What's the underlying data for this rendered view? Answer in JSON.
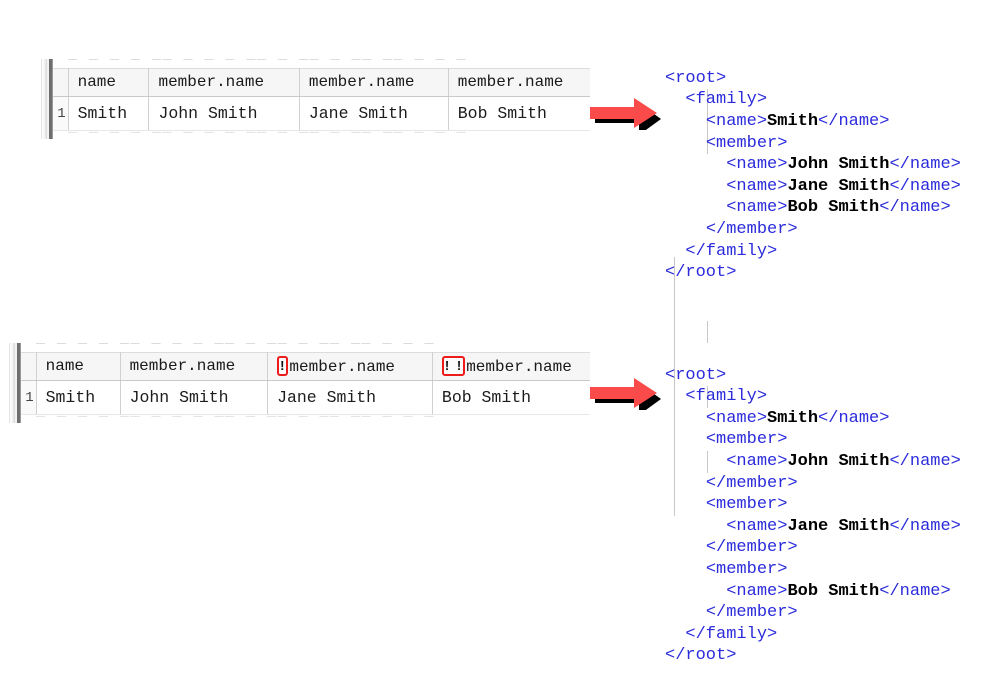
{
  "tables": [
    {
      "id": "table-flat-single-member",
      "row_number": "1",
      "columns": [
        {
          "label": "name",
          "warning": null
        },
        {
          "label": "member.name",
          "warning": null
        },
        {
          "label": "member.name",
          "warning": null
        },
        {
          "label": "member.name",
          "warning": null
        }
      ],
      "rows": [
        [
          "Smith",
          "John Smith",
          "Jane Smith",
          "Bob Smith"
        ]
      ]
    },
    {
      "id": "table-flat-repeated-member",
      "row_number": "1",
      "columns": [
        {
          "label": "name",
          "warning": null
        },
        {
          "label": "member.name",
          "warning": null
        },
        {
          "label": "member.name",
          "warning": "!"
        },
        {
          "label": "member.name",
          "warning": "! !"
        }
      ],
      "rows": [
        [
          "Smith",
          "John Smith",
          "Jane Smith",
          "Bob Smith"
        ]
      ]
    }
  ],
  "arrows": [
    {
      "id": "arrow-top",
      "direction": "right"
    },
    {
      "id": "arrow-bottom",
      "direction": "right"
    }
  ],
  "xml_blocks": [
    {
      "id": "xml-single-member",
      "lines": [
        {
          "indent": 0,
          "parts": [
            {
              "t": "tag",
              "s": "<root>"
            }
          ]
        },
        {
          "indent": 1,
          "parts": [
            {
              "t": "tag",
              "s": "<family>"
            }
          ]
        },
        {
          "indent": 2,
          "parts": [
            {
              "t": "tag",
              "s": "<name>"
            },
            {
              "t": "val",
              "s": "Smith"
            },
            {
              "t": "tag",
              "s": "</name>"
            }
          ]
        },
        {
          "indent": 2,
          "parts": [
            {
              "t": "tag",
              "s": "<member>"
            }
          ]
        },
        {
          "indent": 3,
          "parts": [
            {
              "t": "tag",
              "s": "<name>"
            },
            {
              "t": "val",
              "s": "John Smith"
            },
            {
              "t": "tag",
              "s": "</name>"
            }
          ]
        },
        {
          "indent": 3,
          "parts": [
            {
              "t": "tag",
              "s": "<name>"
            },
            {
              "t": "val",
              "s": "Jane Smith"
            },
            {
              "t": "tag",
              "s": "</name>"
            }
          ]
        },
        {
          "indent": 3,
          "parts": [
            {
              "t": "tag",
              "s": "<name>"
            },
            {
              "t": "val",
              "s": "Bob Smith"
            },
            {
              "t": "tag",
              "s": "</name>"
            }
          ]
        },
        {
          "indent": 2,
          "parts": [
            {
              "t": "tag",
              "s": "</member>"
            }
          ]
        },
        {
          "indent": 1,
          "parts": [
            {
              "t": "tag",
              "s": "</family>"
            }
          ]
        },
        {
          "indent": 0,
          "parts": [
            {
              "t": "tag",
              "s": "</root>"
            }
          ]
        }
      ]
    },
    {
      "id": "xml-repeated-member",
      "lines": [
        {
          "indent": 0,
          "parts": [
            {
              "t": "tag",
              "s": "<root>"
            }
          ]
        },
        {
          "indent": 1,
          "parts": [
            {
              "t": "tag",
              "s": "<family>"
            }
          ]
        },
        {
          "indent": 2,
          "parts": [
            {
              "t": "tag",
              "s": "<name>"
            },
            {
              "t": "val",
              "s": "Smith"
            },
            {
              "t": "tag",
              "s": "</name>"
            }
          ]
        },
        {
          "indent": 2,
          "parts": [
            {
              "t": "tag",
              "s": "<member>"
            }
          ]
        },
        {
          "indent": 3,
          "parts": [
            {
              "t": "tag",
              "s": "<name>"
            },
            {
              "t": "val",
              "s": "John Smith"
            },
            {
              "t": "tag",
              "s": "</name>"
            }
          ]
        },
        {
          "indent": 2,
          "parts": [
            {
              "t": "tag",
              "s": "</member>"
            }
          ]
        },
        {
          "indent": 2,
          "parts": [
            {
              "t": "tag",
              "s": "<member>"
            }
          ]
        },
        {
          "indent": 3,
          "parts": [
            {
              "t": "tag",
              "s": "<name>"
            },
            {
              "t": "val",
              "s": "Jane Smith"
            },
            {
              "t": "tag",
              "s": "</name>"
            }
          ]
        },
        {
          "indent": 2,
          "parts": [
            {
              "t": "tag",
              "s": "</member>"
            }
          ]
        },
        {
          "indent": 2,
          "parts": [
            {
              "t": "tag",
              "s": "<member>"
            }
          ]
        },
        {
          "indent": 3,
          "parts": [
            {
              "t": "tag",
              "s": "<name>"
            },
            {
              "t": "val",
              "s": "Bob Smith"
            },
            {
              "t": "tag",
              "s": "</name>"
            }
          ]
        },
        {
          "indent": 2,
          "parts": [
            {
              "t": "tag",
              "s": "</member>"
            }
          ]
        },
        {
          "indent": 1,
          "parts": [
            {
              "t": "tag",
              "s": "</family>"
            }
          ]
        },
        {
          "indent": 0,
          "parts": [
            {
              "t": "tag",
              "s": "</root>"
            }
          ]
        }
      ]
    }
  ],
  "colors": {
    "xml_tag": "#2b2bdb",
    "xml_value": "#000000",
    "warning_border": "#ee1b1b",
    "arrow_fill": "#fb4a4a",
    "arrow_shadow": "#000000",
    "header_bg": "#f6f6f6",
    "grid_line": "#d0d0d0"
  },
  "ghost_text": {
    "top": "─  ─ ─   ─  ──   ─  ─ ─    ── ─ ──   ─   ── ──                    ─  ─    ─",
    "bottom": "─  ─ ─   ─  ──   ─  ─ ─    ── ─ ──   ─   ── ──                    ─  ─    ─"
  }
}
